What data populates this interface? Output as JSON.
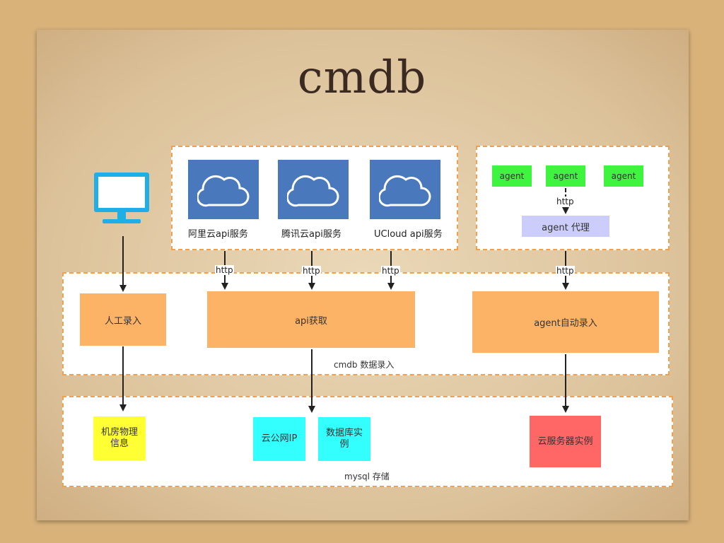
{
  "title": "cmdb",
  "cloud_providers": [
    {
      "label": "阿里云api服务",
      "icon": "cloud-icon"
    },
    {
      "label": "腾讯云api服务",
      "icon": "cloud-icon"
    },
    {
      "label": "UCloud api服务",
      "icon": "cloud-icon"
    }
  ],
  "agents": [
    "agent",
    "agent",
    "agent"
  ],
  "agent_proxy": "agent 代理",
  "monitor_icon": "monitor-icon",
  "http_label": "http",
  "ingest": {
    "manual": "人工录入",
    "api": "api获取",
    "agent_auto": "agent自动录入",
    "section_label": "cmdb 数据录入"
  },
  "storage": {
    "idc_info": "机房物理信息",
    "public_ip": "云公网IP",
    "db_instance": "数据库实例",
    "cloud_server": "云服务器实例",
    "section_label": "mysql 存储"
  },
  "colors": {
    "paper": "#e2cba6",
    "dashed_border": "#f2a04d",
    "cloud_tile": "#4a78bc",
    "agent": "#3ef43e",
    "proxy": "#cccdfa",
    "process": "#fdb365",
    "idc": "#ffff33",
    "cyan": "#33ffff",
    "server": "#ff6666",
    "monitor": "#1eaee8"
  }
}
